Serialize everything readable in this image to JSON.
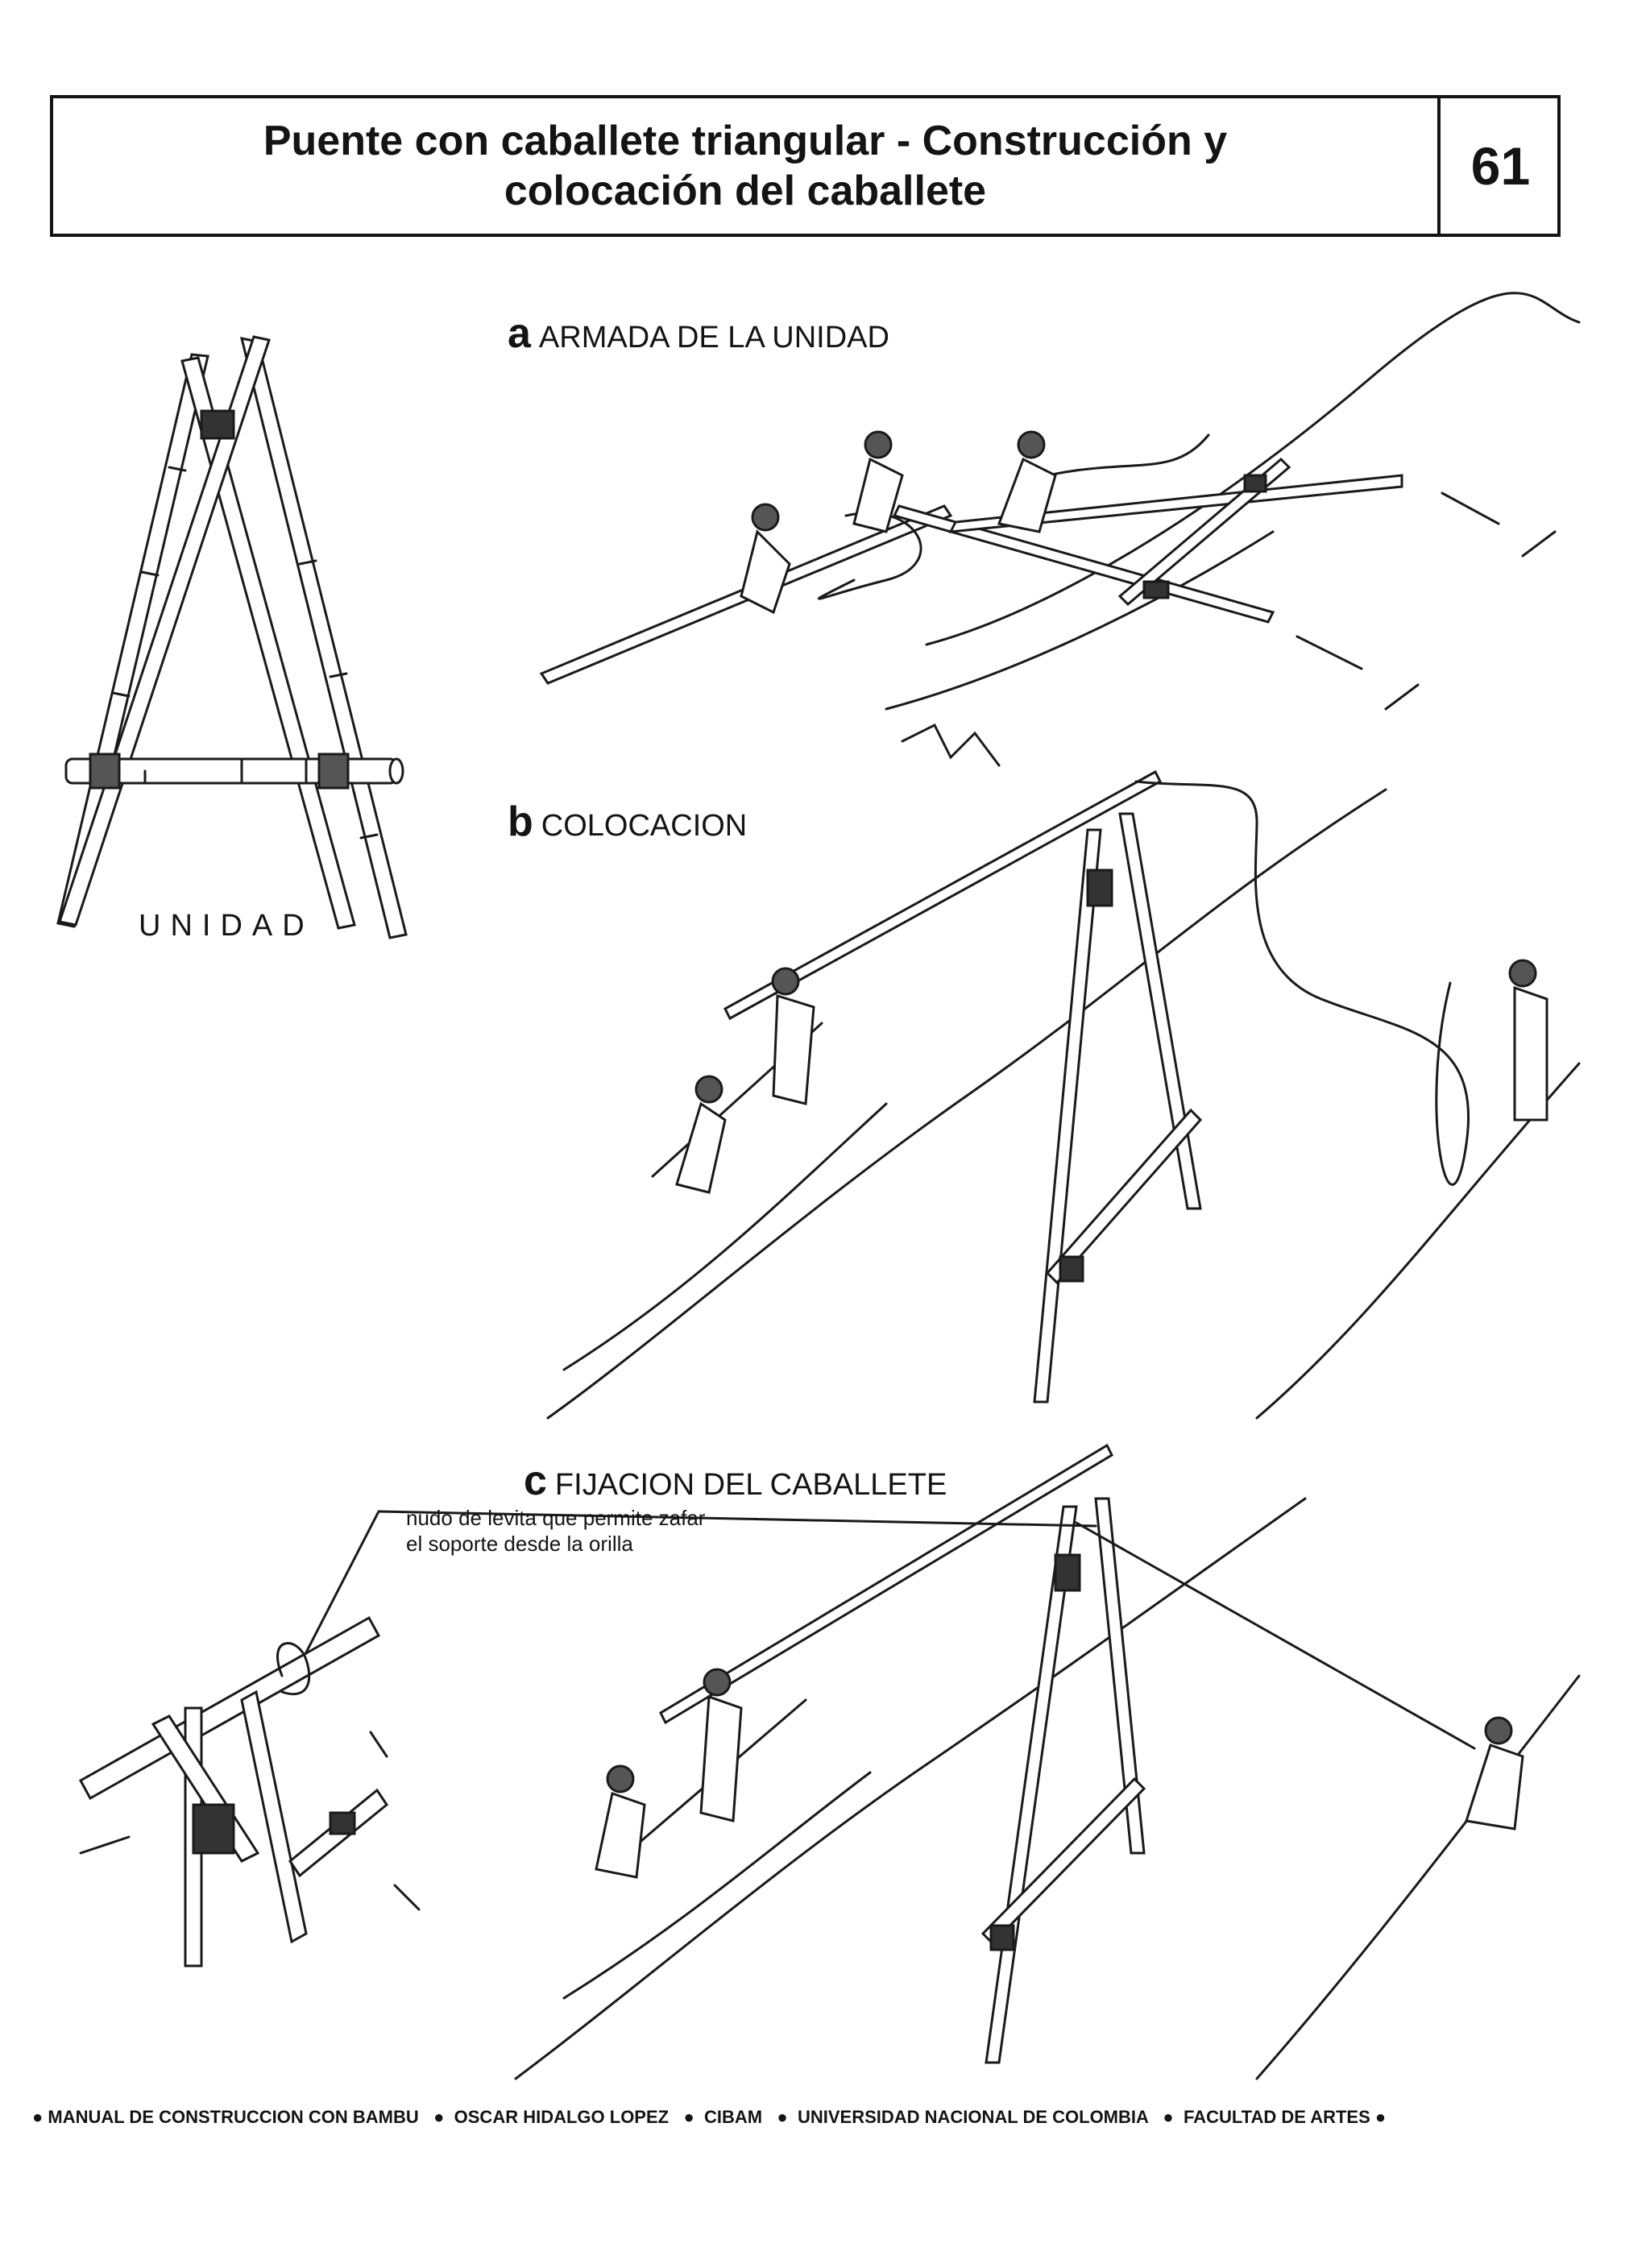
{
  "header": {
    "title_line1": "Puente con caballete triangular - Construcción y",
    "title_line2": "colocación del caballete",
    "page_number": "61"
  },
  "figures": {
    "unidad_label": "UNIDAD",
    "section_a": {
      "letter": "a",
      "label": "ARMADA DE LA UNIDAD"
    },
    "section_b": {
      "letter": "b",
      "label": "COLOCACION"
    },
    "section_c": {
      "letter": "c",
      "label": "FIJACION DEL CABALLETE"
    },
    "knot_note_line1": "nudo de levita que permite zafar",
    "knot_note_line2": "el soporte  desde la orilla"
  },
  "footer": {
    "items": [
      "MANUAL DE CONSTRUCCION CON BAMBU",
      "OSCAR HIDALGO LOPEZ",
      "CIBAM",
      "UNIVERSIDAD NACIONAL DE COLOMBIA",
      "FACULTAD DE ARTES"
    ]
  }
}
